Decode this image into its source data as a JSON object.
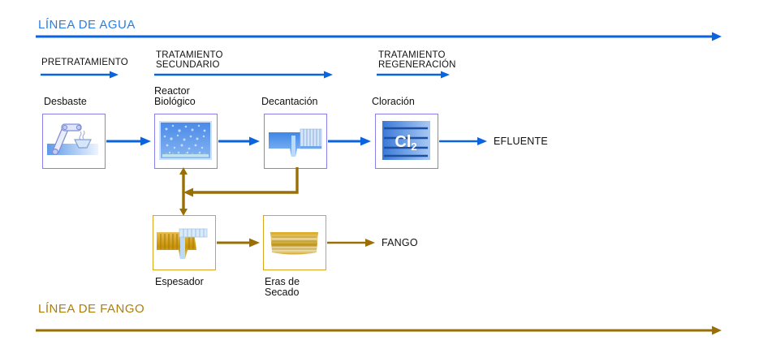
{
  "diagram": {
    "title_water": "LÍNEA DE AGUA",
    "title_sludge": "LÍNEA DE FANGO",
    "colors": {
      "water_line": "#0a64e0",
      "water_heading": "#2a7fe0",
      "sludge_line": "#9a6f05",
      "sludge_heading": "#b07d08",
      "box_border_water": "#8a7fe8",
      "box_border_sludge": "#d9a520",
      "text": "#111111"
    }
  },
  "stages": [
    {
      "name": "pretratamiento",
      "label": "PRETRATAMIENTO"
    },
    {
      "name": "tratamiento-secundario",
      "label_line1": "TRATAMIENTO",
      "label_line2": "SECUNDARIO"
    },
    {
      "name": "tratamiento-regeneracion",
      "label_line1": "TRATAMIENTO",
      "label_line2": "REGENERACIÓN"
    }
  ],
  "water_units": [
    {
      "name": "desbaste",
      "label_line1": "Desbaste",
      "label_line2": ""
    },
    {
      "name": "reactor-biologico",
      "label_line1": "Reactor",
      "label_line2": "Biológico"
    },
    {
      "name": "decantacion",
      "label_line1": "Decantación",
      "label_line2": ""
    },
    {
      "name": "cloracion",
      "label_line1": "Cloración",
      "label_line2": ""
    }
  ],
  "sludge_units": [
    {
      "name": "espesador",
      "label_line1": "Espesador",
      "label_line2": ""
    },
    {
      "name": "eras-de-secado",
      "label_line1": "Eras de",
      "label_line2": "Secado"
    }
  ],
  "outputs": {
    "effluent": "EFLUENTE",
    "sludge": "FANGO"
  },
  "icons": {
    "cloracion_formula": "Cl",
    "cloracion_subscript": "2"
  }
}
